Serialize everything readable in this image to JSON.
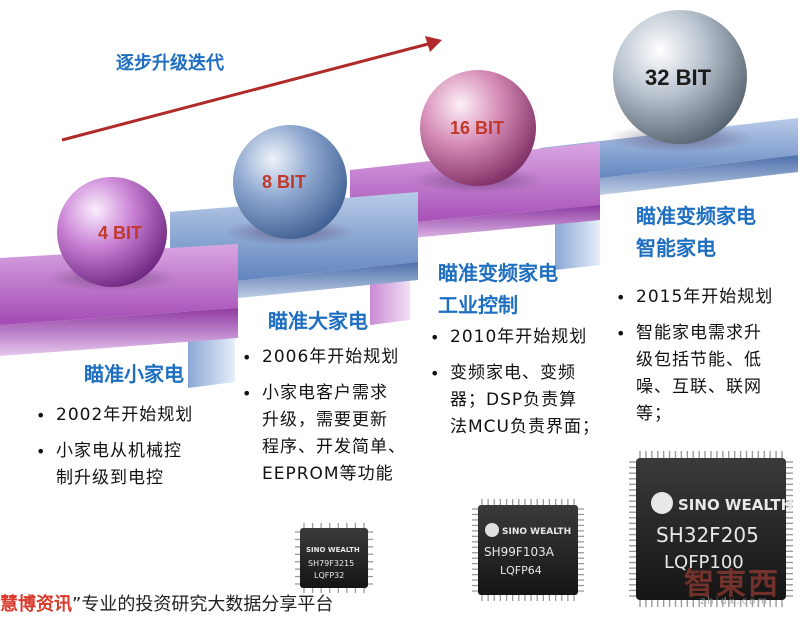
{
  "arrow_label": "逐步升级迭代",
  "steps": [
    {
      "bit": "4 BIT",
      "title_lines": [
        "瞄准小家电"
      ],
      "bullets": [
        "2002年开始规划",
        "小家电从机械控\n制升级到电控"
      ]
    },
    {
      "bit": "8 BIT",
      "title_lines": [
        "瞄准大家电"
      ],
      "bullets": [
        "2006年开始规划",
        "小家电客户需求\n升级，需要更新\n程序、开发简单、\nEEPROM等功能"
      ]
    },
    {
      "bit": "16 BIT",
      "title_lines": [
        "瞄准变频家电",
        "工业控制"
      ],
      "bullets": [
        "2010年开始规划",
        "变频家电、变频\n器；DSP负责算\n法MCU负责界面；"
      ]
    },
    {
      "bit": "32 BIT",
      "title_lines": [
        "瞄准变频家电",
        "智能家电"
      ],
      "bullets": [
        "2015年开始规划",
        "智能家电需求升\n级包括节能、低\n噪、互联、联网\n等；"
      ]
    }
  ],
  "chips": [
    {
      "brand": "SINO WEALTH",
      "model": "SH79F3215",
      "package": "LQFP32"
    },
    {
      "brand": "SINO WEALTH",
      "model": "SH99F103A",
      "package": "LQFP64"
    },
    {
      "brand": "SINO WEALTH",
      "model": "SH32F205",
      "package": "LQFP100"
    }
  ],
  "footer": {
    "brand": "慧博资讯",
    "rest": "”专业的投资研究大数据分享平台"
  },
  "watermark": {
    "logo": "智東西",
    "url": "zhidx.com"
  },
  "colors": {
    "purple_step": "#a34ab4",
    "blue_step": "#5a7fbb",
    "title_blue": "#1f6fc0",
    "bit_label": "#c0392b",
    "arrow": "#b02a2a"
  }
}
